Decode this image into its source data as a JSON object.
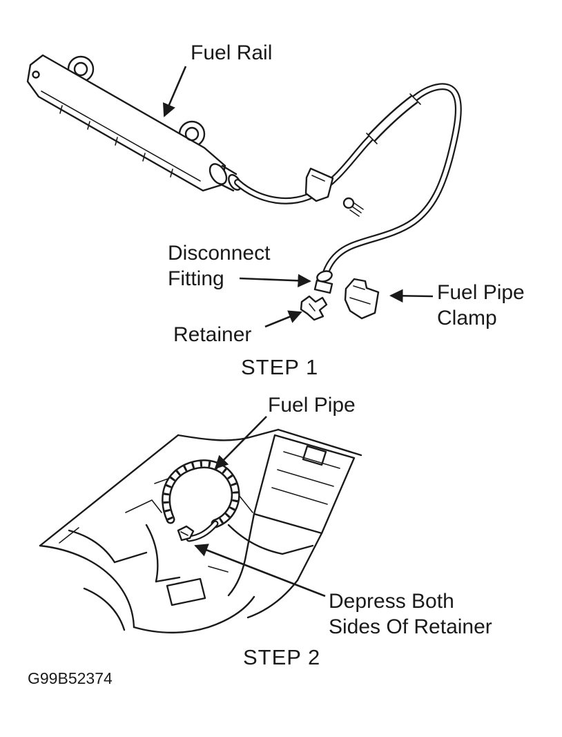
{
  "colors": {
    "ink": "#1a1a1a",
    "background": "#ffffff"
  },
  "step1": {
    "fuel_rail": "Fuel Rail",
    "disconnect_line1": "Disconnect",
    "disconnect_line2": "Fitting",
    "clamp_line1": "Fuel Pipe",
    "clamp_line2": "Clamp",
    "retainer": "Retainer",
    "caption": "STEP 1"
  },
  "step2": {
    "fuel_pipe": "Fuel Pipe",
    "depress_line1": "Depress Both",
    "depress_line2": "Sides Of Retainer",
    "caption": "STEP 2"
  },
  "figure_code": "G99B52374"
}
